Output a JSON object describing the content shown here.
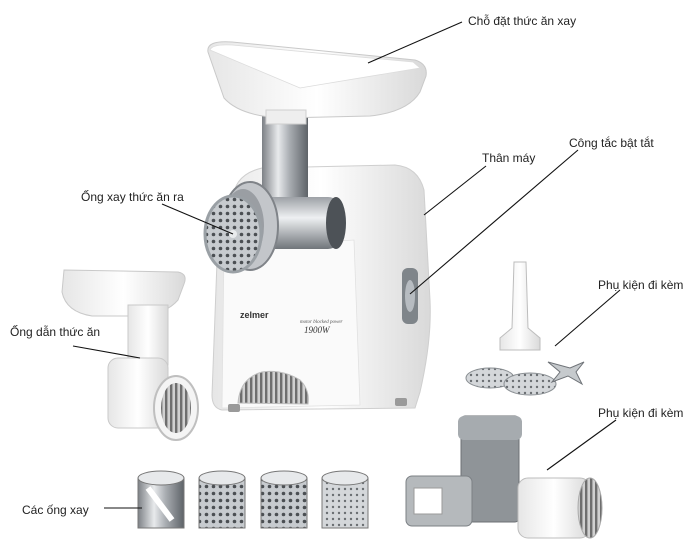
{
  "labels": {
    "feed_tray": "Chỗ đặt thức ăn xay",
    "switch": "Công tắc bật tắt",
    "body": "Thân máy",
    "output_tube": "Ống xay thức ăn ra",
    "accessories_1": "Phụ kiện đi kèm",
    "input_tube": "Ống dẫn thức ăn",
    "accessories_2": "Phụ kiện đi kèm",
    "drums": "Các ống xay"
  },
  "product": {
    "brand": "zelmer",
    "model_line": "motor blocked power",
    "power": "1900W"
  },
  "colors": {
    "body": "#f4f4f4",
    "metal": "#b8bcc0",
    "grey_part": "#8a8f93",
    "leader": "#111111"
  }
}
